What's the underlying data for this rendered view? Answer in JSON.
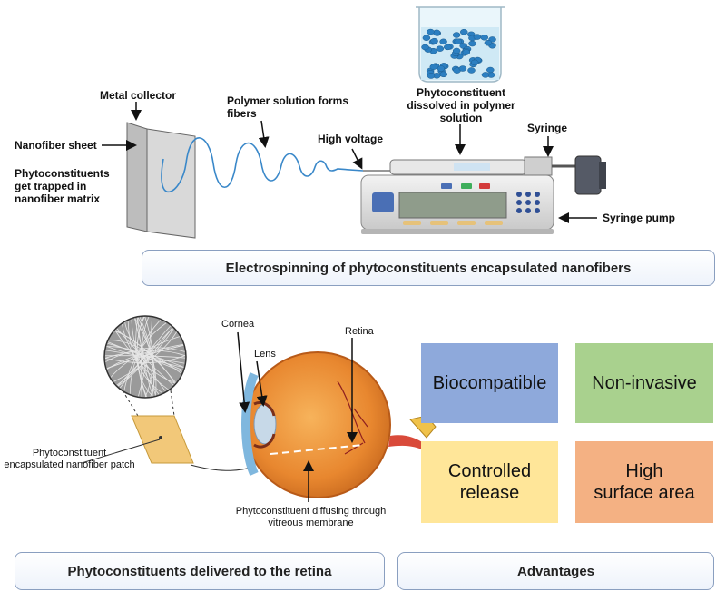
{
  "top": {
    "metal_collector": "Metal collector",
    "nanofiber_sheet": "Nanofiber sheet",
    "phyto_trapped": "Phytoconstituents get trapped in nanofiber matrix",
    "polymer_solution": "Polymer solution forms fibers",
    "high_voltage": "High voltage",
    "phyto_dissolved": "Phytoconstituent dissolved in polymer solution",
    "syringe": "Syringe",
    "syringe_pump": "Syringe pump",
    "banner": "Electrospinning of phytoconstituents encapsulated nanofibers"
  },
  "bottom": {
    "cornea": "Cornea",
    "lens": "Lens",
    "retina": "Retina",
    "patch": "Phytoconstituent encapsulated nanofiber patch",
    "diffusing": "Phytoconstituent diffusing through vitreous membrane",
    "banner_left": "Phytoconstituents delivered to the retina",
    "banner_right": "Advantages"
  },
  "advantages": [
    {
      "label": "Biocompatible",
      "color": "#8ea9db"
    },
    {
      "label": "Non-invasive",
      "color": "#a9d18e"
    },
    {
      "label": "Controlled release",
      "color": "#ffe699"
    },
    {
      "label": "High surface area",
      "color": "#f4b183"
    }
  ]
}
